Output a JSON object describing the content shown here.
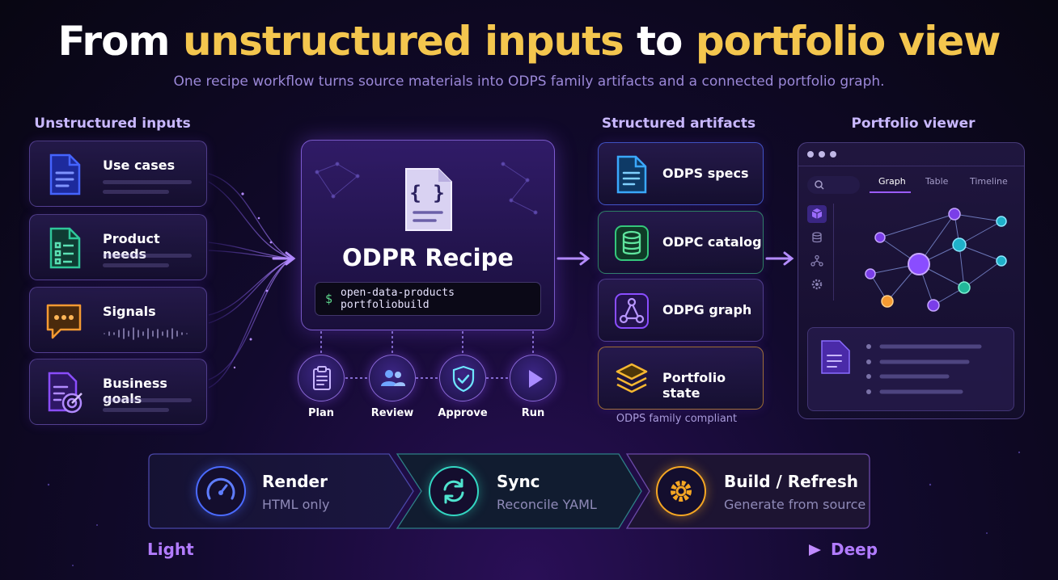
{
  "title": {
    "part1": "From ",
    "part2": "unstructured inputs",
    "part3": " to ",
    "part4": "portfolio view"
  },
  "subtitle": "One recipe workflow turns source materials into ODPS family artifacts and a connected portfolio graph.",
  "inputs": {
    "heading": "Unstructured inputs",
    "items": [
      {
        "label": "Use cases",
        "icon": "document-icon",
        "color": "#3d5cff"
      },
      {
        "label": "Product needs",
        "icon": "checklist-document-icon",
        "color": "#2fc79a"
      },
      {
        "label": "Signals",
        "icon": "chat-bubble-icon",
        "color": "#f59a32"
      },
      {
        "label": "Business goals",
        "icon": "target-document-icon",
        "color": "#8a4dff"
      }
    ]
  },
  "recipe": {
    "title": "ODPR Recipe",
    "icon": "code-document-icon",
    "command_prompt": "$",
    "command": "open-data-products portfoliobuild",
    "steps": [
      {
        "label": "Plan",
        "icon": "clipboard-icon"
      },
      {
        "label": "Review",
        "icon": "users-icon"
      },
      {
        "label": "Approve",
        "icon": "shield-check-icon"
      },
      {
        "label": "Run",
        "icon": "play-icon"
      }
    ]
  },
  "artifacts": {
    "heading": "Structured artifacts",
    "items": [
      {
        "label": "ODPS specs",
        "icon": "document-icon",
        "color": "#3aa8ff"
      },
      {
        "label": "ODPC catalog",
        "icon": "database-icon",
        "color": "#34c77b"
      },
      {
        "label": "ODPG graph",
        "icon": "graph-nodes-icon",
        "color": "#8a4dff"
      },
      {
        "label": "Portfolio state",
        "icon": "layers-icon",
        "color": "#f5b731"
      }
    ],
    "footnote": "ODPS family compliant"
  },
  "viewer": {
    "heading": "Portfolio viewer",
    "tabs": [
      "Graph",
      "Table",
      "Timeline"
    ],
    "active_tab": "Graph"
  },
  "stages": [
    {
      "title": "Render",
      "subtitle": "HTML only",
      "icon": "gauge-icon",
      "color": "#4b6bff"
    },
    {
      "title": "Sync",
      "subtitle": "Reconcile YAML",
      "icon": "sync-icon",
      "color": "#33d6c2"
    },
    {
      "title": "Build / Refresh",
      "subtitle": "Generate from source",
      "icon": "gear-icon",
      "color": "#f5a623"
    }
  ],
  "scale": {
    "left": "Light",
    "right": "Deep"
  },
  "colors": {
    "accent_yellow": "#f4c64e",
    "accent_purple": "#9b5cff",
    "background": "#0c0820"
  }
}
